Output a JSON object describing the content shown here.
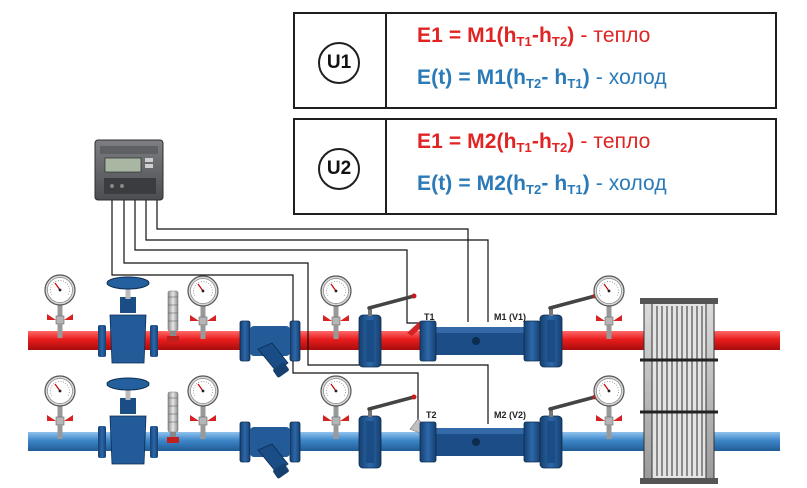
{
  "schemes": [
    {
      "id": "U1",
      "heat": {
        "lhs": "E1 = M1(h",
        "s1": "T1",
        "mid": "-h",
        "s2": "T2",
        "close": ")",
        "suffix": " - тепло"
      },
      "cold": {
        "lhs": "E(t) = M1(h",
        "s1": "T2",
        "mid": "- h",
        "s2": "T1",
        "close": ")",
        "suffix": " - холод"
      }
    },
    {
      "id": "U2",
      "heat": {
        "lhs": "E1 = M2(h",
        "s1": "T1",
        "mid": "-h",
        "s2": "T2",
        "close": ")",
        "suffix": " - тепло"
      },
      "cold": {
        "lhs": "E(t) = M2(h",
        "s1": "T2",
        "mid": "- h",
        "s2": "T1",
        "close": ")",
        "suffix": " - холод"
      }
    }
  ],
  "tags": {
    "t1": "T1",
    "t2": "T2",
    "m1": "M1 (V1)",
    "m2": "M2 (V2)"
  },
  "colors": {
    "hot_pipe": "#e81c1c",
    "cold_pipe": "#3d86c8",
    "equipment": "#1c4f8f",
    "heat_text": "#e02323",
    "cold_text": "#2a7ab8",
    "wire": "#111111"
  }
}
